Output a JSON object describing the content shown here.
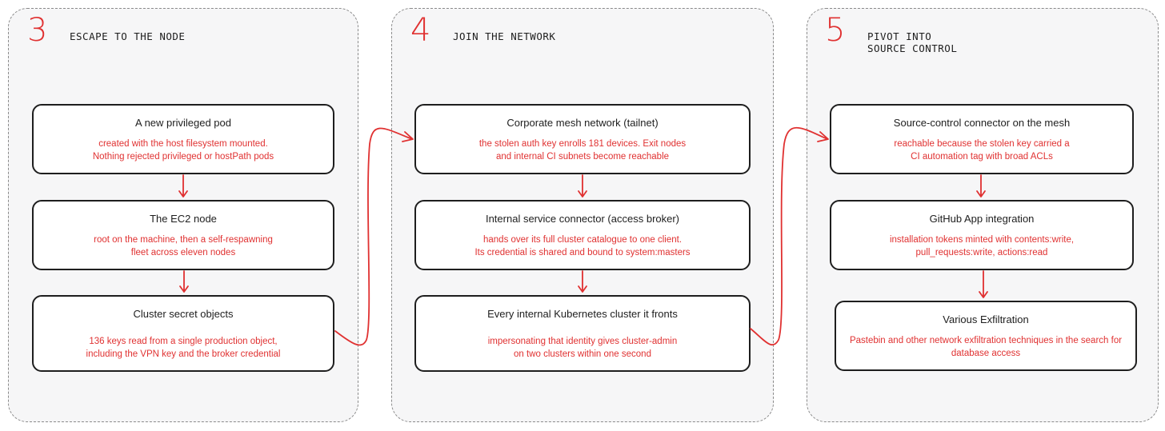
{
  "colors": {
    "accent": "#e03131",
    "ink": "#1e1e1e",
    "panel": "#f6f6f7"
  },
  "stages": [
    {
      "number": "3",
      "title_lines": [
        "ESCAPE TO THE NODE"
      ],
      "nodes": [
        {
          "title": "A new privileged pod",
          "desc": [
            "created with the host filesystem mounted.",
            "Nothing rejected privileged or hostPath pods"
          ]
        },
        {
          "title": "The EC2 node",
          "desc": [
            "root on the machine, then a self-respawning",
            "fleet across eleven nodes"
          ]
        },
        {
          "title": "Cluster secret objects",
          "desc": [
            "136 keys read from a single production object,",
            "including the VPN key and the broker credential"
          ]
        }
      ]
    },
    {
      "number": "4",
      "title_lines": [
        "JOIN THE NETWORK"
      ],
      "nodes": [
        {
          "title": "Corporate mesh network (tailnet)",
          "desc": [
            "the stolen auth key enrolls 181 devices. Exit nodes",
            "and internal CI subnets become reachable"
          ]
        },
        {
          "title": "Internal service connector (access broker)",
          "desc": [
            "hands over its full cluster catalogue to one client.",
            "Its credential is shared and bound to system:masters"
          ]
        },
        {
          "title": "Every internal Kubernetes cluster it fronts",
          "desc": [
            "impersonating that identity gives cluster-admin",
            "on two clusters within one second"
          ]
        }
      ]
    },
    {
      "number": "5",
      "title_lines": [
        "PIVOT INTO",
        "SOURCE CONTROL"
      ],
      "nodes": [
        {
          "title": "Source-control connector on the mesh",
          "desc": [
            "reachable because the stolen key carried a",
            "CI automation tag with broad ACLs"
          ]
        },
        {
          "title": "GitHub App integration",
          "desc": [
            "installation tokens minted with contents:write,",
            "pull_requests:write, actions:read"
          ]
        },
        {
          "title": "Various Exfiltration",
          "desc": [
            "Pastebin and other network exfiltration techniques in the search for",
            "database access"
          ]
        }
      ]
    }
  ]
}
